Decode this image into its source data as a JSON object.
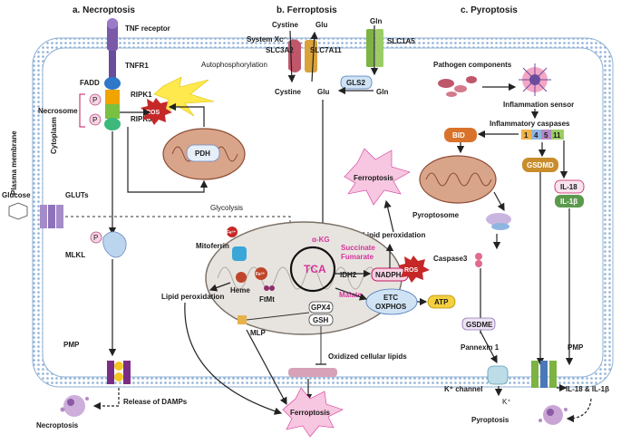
{
  "panels": {
    "a": "a. Necroptosis",
    "b": "b. Ferroptosis",
    "c": "c. Pyroptosis"
  },
  "membrane": {
    "plasma_membrane": "Plasma membrane",
    "cytoplasm": "Cytoplasm"
  },
  "necroptosis": {
    "tnf_receptor": "TNF receptor",
    "tnfr1": "TNFR1",
    "fadd": "FADD",
    "ripk1": "RIPK1",
    "ripk3": "RIPK3",
    "necrosome": "Necrosome",
    "autophosphorylation": "Autophosphorylation",
    "ros": "ROS",
    "pdh": "PDH",
    "glucose": "Glucose",
    "gluts": "GLUTs",
    "glycolysis": "Glycolysis",
    "mlkl": "MLKL",
    "pmp": "PMP",
    "release_damps": "Release of DAMPs",
    "necroptosis_label": "Necroptosis",
    "p": "P"
  },
  "ferroptosis": {
    "cystine_top": "Cystine",
    "glu_top": "Glu",
    "system_xc": "System Xc⁻",
    "slc3a2": "SLC3A2",
    "slc7a11": "SLC7A11",
    "cystine_bottom": "Cystine",
    "glu_bottom": "Glu",
    "gln_top": "Gln",
    "slc1a5": "SLC1A5",
    "gls2": "GLS2",
    "gln_bottom": "Gln",
    "ferroptosis_star": "Ferroptosis",
    "fe": "Fe²⁺",
    "mitoferrin": "Mitoferrin",
    "alpha_kg": "α-KG",
    "succinate": "Succinate",
    "fumarate": "Fumarate",
    "tca": "TCA",
    "idh2": "IDH2",
    "nadph": "NADPH",
    "ros": "ROS",
    "lipid_perox_upper": "Lipid peroxidation",
    "heme": "Heme",
    "ftmt": "FtMt",
    "lipid_perox_lower": "Lipid peroxidation",
    "malate": "Malate",
    "etc": "ETC",
    "oxphos": "OXPHOS",
    "atp": "ATP",
    "gpx4": "GPX4",
    "gsh": "GSH",
    "mlp": "MLP",
    "oxidized_lipids": "Oxidized cellular lipids",
    "ferroptosis_bottom": "Ferroptosis"
  },
  "pyroptosis": {
    "pathogen": "Pathogen components",
    "sensor": "Inflammation sensor",
    "caspases": "Inflammatory caspases",
    "casp_numbers": [
      "1",
      "4",
      "5",
      "11"
    ],
    "bid": "BID",
    "gsdmd": "GSDMD",
    "il18": "IL-18",
    "il1b": "IL-1β",
    "pyroptosome": "Pyroptosome",
    "caspase3": "Caspase3",
    "gsdme": "GSDME",
    "pannexin": "Pannexin 1",
    "pmp": "PMP",
    "k_channel": "K⁺ channel",
    "k_plus": "K⁺",
    "release": "IL-18 & IL-1β",
    "pyroptosis_label": "Pyroptosis"
  },
  "colors": {
    "membrane": "#b9cfe6",
    "membrane_dots": "#8fb0d6",
    "bid": "#d9722a",
    "gsdmd": "#c98d2c",
    "il": "#5b9a4d",
    "ros": "#c62828",
    "ferroptosis_star": "#f7c6e0",
    "atp": "#f4d03f",
    "gls2": "#cfe3f5"
  }
}
